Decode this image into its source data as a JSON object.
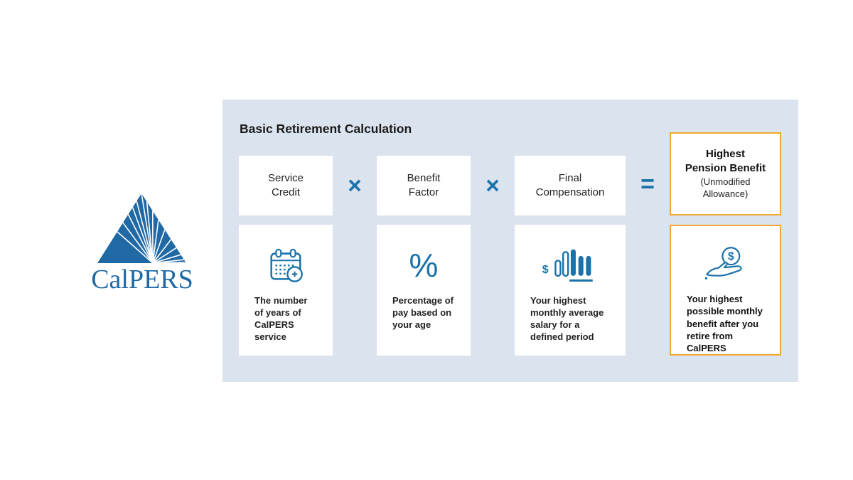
{
  "logo": {
    "wordmark": "CalPERS",
    "color": "#2069a5",
    "icon": "calpers-triangle-rays-icon"
  },
  "panel": {
    "title": "Basic Retirement Calculation",
    "background_color": "#dbe3ef",
    "accent_blue": "#1a72a9",
    "highlight_border_color": "#efa832",
    "operators": {
      "multiply": "×",
      "equals": "="
    },
    "glyphs": {
      "percent": "%",
      "dollar": "$"
    },
    "formula": [
      {
        "label": [
          "Service",
          "Credit"
        ],
        "icon": "calendar-plus-icon",
        "description": [
          "The number",
          "of years of",
          "CalPERS service"
        ]
      },
      {
        "label": [
          "Benefit",
          "Factor"
        ],
        "icon": "percent-icon",
        "description": [
          "Percentage of",
          "pay based on",
          "your age"
        ]
      },
      {
        "label": [
          "Final",
          "Compensation"
        ],
        "icon": "bar-chart-dollar-icon",
        "description": [
          "Your highest",
          "monthly average",
          "salary for a",
          "defined period"
        ]
      },
      {
        "label": [
          "Highest",
          "Pension Benefit"
        ],
        "sublabel": [
          "(Unmodified",
          "Allowance)"
        ],
        "icon": "hand-coin-icon",
        "description": [
          "Your highest",
          "possible monthly",
          "benefit after you",
          "retire from CalPERS"
        ],
        "highlighted": true
      }
    ]
  }
}
